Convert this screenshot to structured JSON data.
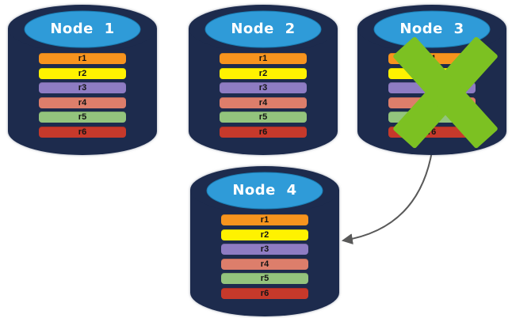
{
  "colors": {
    "body": "#1d2b4d",
    "top": "#2f9bd8",
    "topEdge": "#1b7fb5",
    "xMark": "#7cc122",
    "arrow": "#595959",
    "titleText": "#ffffff",
    "rowText": "#141414"
  },
  "nodes": [
    {
      "title": "Node 1",
      "rows": [
        {
          "label": "r1",
          "color": "#f7941e"
        },
        {
          "label": "r2",
          "color": "#fff200"
        },
        {
          "label": "r3",
          "color": "#8e7cc3"
        },
        {
          "label": "r4",
          "color": "#dd7e6b"
        },
        {
          "label": "r5",
          "color": "#93c47d"
        },
        {
          "label": "r6",
          "color": "#c6392b"
        }
      ]
    },
    {
      "title": "Node 2",
      "rows": [
        {
          "label": "r1",
          "color": "#f7941e"
        },
        {
          "label": "r2",
          "color": "#fff200"
        },
        {
          "label": "r3",
          "color": "#8e7cc3"
        },
        {
          "label": "r4",
          "color": "#dd7e6b"
        },
        {
          "label": "r5",
          "color": "#93c47d"
        },
        {
          "label": "r6",
          "color": "#c6392b"
        }
      ]
    },
    {
      "title": "Node 3",
      "failed": true,
      "rows": [
        {
          "label": "r1",
          "color": "#f7941e"
        },
        {
          "label": "r2",
          "color": "#fff200"
        },
        {
          "label": "r3",
          "color": "#8e7cc3"
        },
        {
          "label": "r4",
          "color": "#dd7e6b"
        },
        {
          "label": "r5",
          "color": "#93c47d"
        },
        {
          "label": "r6",
          "color": "#c6392b"
        }
      ]
    },
    {
      "title": "Node 4",
      "rows": [
        {
          "label": "r1",
          "color": "#f7941e"
        },
        {
          "label": "r2",
          "color": "#fff200"
        },
        {
          "label": "r3",
          "color": "#8e7cc3"
        },
        {
          "label": "r4",
          "color": "#dd7e6b"
        },
        {
          "label": "r5",
          "color": "#93c47d"
        },
        {
          "label": "r6",
          "color": "#c6392b"
        }
      ]
    }
  ],
  "annotations": {
    "failed_node": "Node 3",
    "failover_arrow": {
      "from": "Node 3",
      "to": "Node 4"
    }
  }
}
